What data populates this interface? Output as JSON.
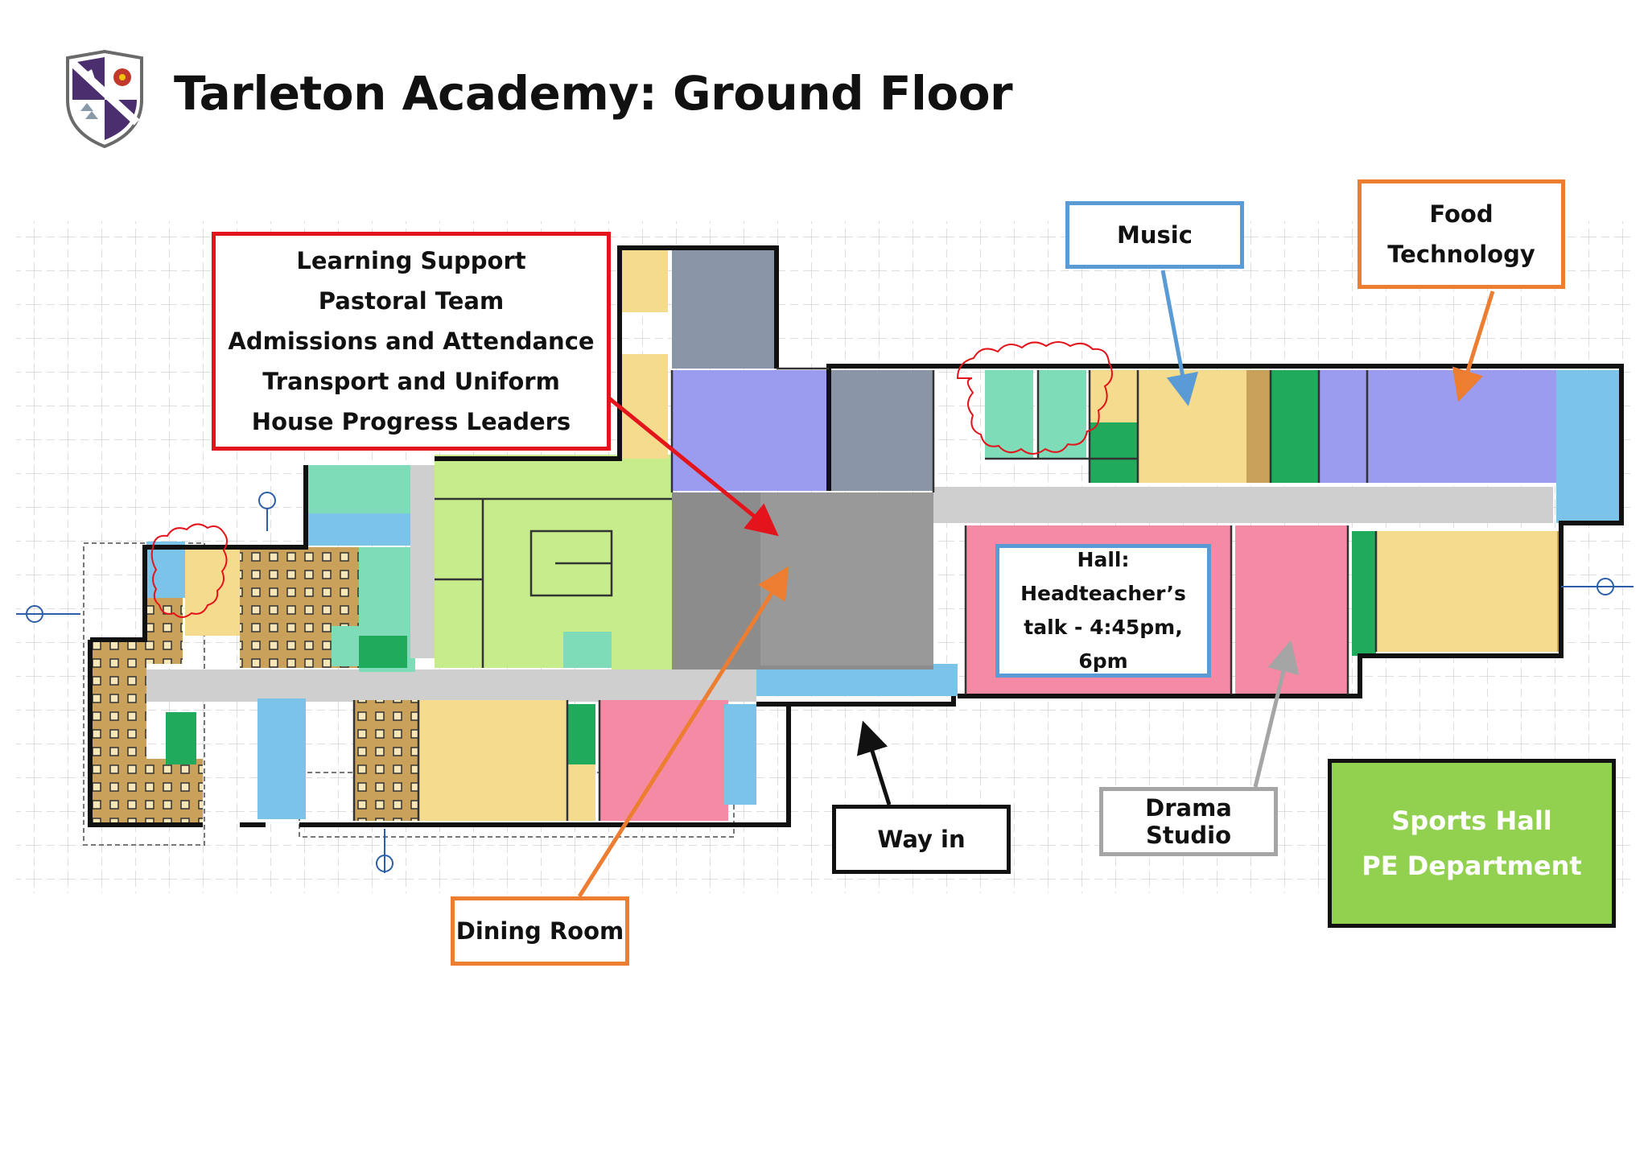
{
  "page": {
    "title": "Tarleton Academy: Ground Floor"
  },
  "labels": {
    "support": [
      "Learning Support",
      "Pastoral Team",
      "Admissions and Attendance",
      "Transport and Uniform",
      "House Progress Leaders"
    ],
    "music": "Music",
    "food": [
      "Food",
      "Technology"
    ],
    "hall": [
      "Hall: Headteacher’s",
      "talk - 4:45pm, 6pm"
    ],
    "way_in": "Way in",
    "drama": "Drama Studio",
    "sports": [
      "Sports Hall",
      "PE Department"
    ],
    "dining": "Dining Room"
  },
  "colors": {
    "support_border": "#e3141b",
    "music_border": "#5b9bd5",
    "food_border": "#ed7d31",
    "hall_border": "#5b9bd5",
    "way_in_border": "#111111",
    "drama_border": "#a5a5a5",
    "sports_fill": "#92d050",
    "dining_border": "#ed7d31",
    "room_orange": "#c9a15a",
    "room_yellow": "#f5db8e",
    "room_lightgreen": "#c6ec8c",
    "room_teal": "#7fdcb8",
    "room_green": "#1faa5c",
    "room_blue": "#7cc3ea",
    "room_purple": "#9b9bf0",
    "room_slate": "#8a96a8",
    "room_darkgrey": "#8c8c8c",
    "room_pink": "#f58aa4",
    "corridor": "#cfcfcf",
    "crest_purple": "#4a2e6e"
  },
  "icons": [
    "school-crest-icon",
    "arrow-icon"
  ]
}
